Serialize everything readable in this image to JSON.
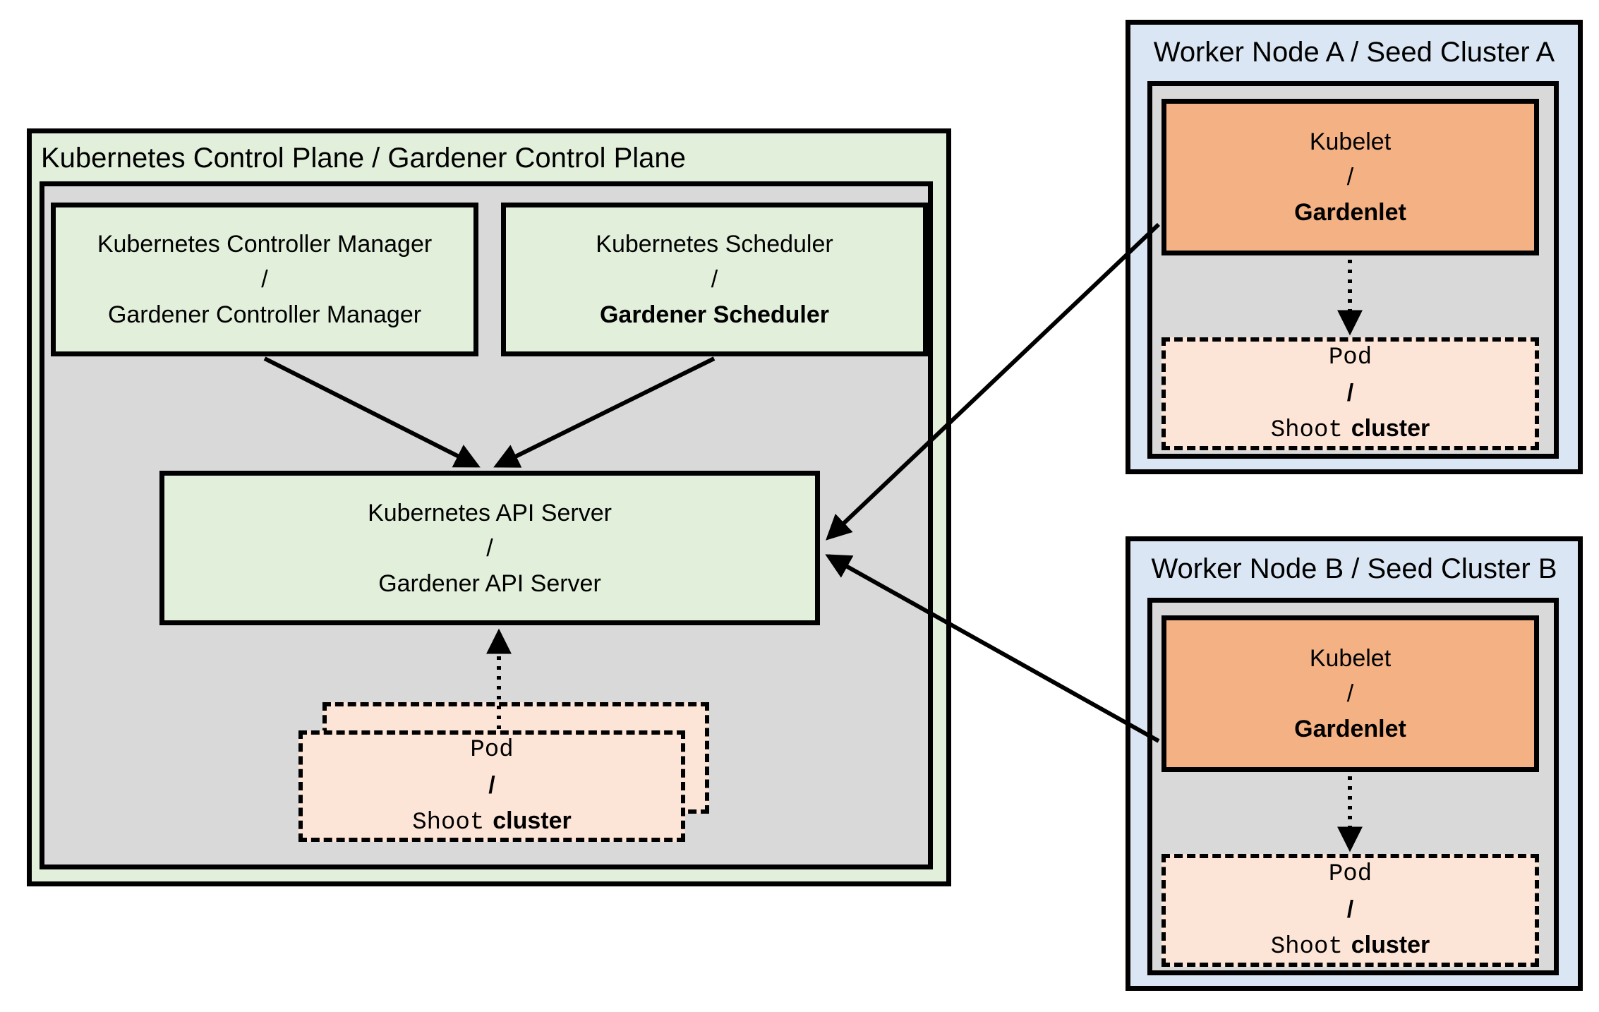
{
  "colors": {
    "background": "#ffffff",
    "control_plane_fill": "#e2efda",
    "node_area_fill": "#d9d9d9",
    "worker_node_fill": "#dae6f3",
    "kubelet_fill": "#f4b183",
    "pod_fill": "#fce4d6",
    "borders_and_arrows": "#000000"
  },
  "control_plane": {
    "title": "Kubernetes Control Plane / Gardener Control Plane",
    "controller_manager": {
      "line1": "Kubernetes Controller Manager",
      "sep": "/",
      "line2": "Gardener Controller Manager"
    },
    "scheduler": {
      "line1": "Kubernetes Scheduler",
      "sep": "/",
      "line2": "Gardener Scheduler"
    },
    "api_server": {
      "line1": "Kubernetes API Server",
      "sep": "/",
      "line2": "Gardener API Server"
    },
    "pod_stack": {
      "line1": "Pod",
      "sep": "/",
      "line2_code": "Shoot",
      "line2_text": "cluster"
    }
  },
  "workers": [
    {
      "title": "Worker Node A / Seed Cluster A",
      "kubelet": {
        "line1": "Kubelet",
        "sep": "/",
        "line2": "Gardenlet"
      },
      "pod": {
        "line1": "Pod",
        "sep": "/",
        "line2_code": "Shoot",
        "line2_text": "cluster"
      }
    },
    {
      "title": "Worker Node B / Seed Cluster B",
      "kubelet": {
        "line1": "Kubelet",
        "sep": "/",
        "line2": "Gardenlet"
      },
      "pod": {
        "line1": "Pod",
        "sep": "/",
        "line2_code": "Shoot",
        "line2_text": "cluster"
      }
    }
  ],
  "connections": [
    {
      "from": "Kubernetes Controller Manager / Gardener Controller Manager",
      "to": "Kubernetes API Server / Gardener API Server",
      "style": "solid-arrow"
    },
    {
      "from": "Kubernetes Scheduler / Gardener Scheduler",
      "to": "Kubernetes API Server / Gardener API Server",
      "style": "solid-arrow"
    },
    {
      "from": "Pod / Shoot cluster (control plane)",
      "to": "Kubernetes API Server / Gardener API Server",
      "style": "dotted-arrow"
    },
    {
      "from": "Kubelet / Gardenlet (Worker Node A)",
      "to": "Kubernetes API Server / Gardener API Server",
      "style": "solid-arrow"
    },
    {
      "from": "Kubelet / Gardenlet (Worker Node B)",
      "to": "Kubernetes API Server / Gardener API Server",
      "style": "solid-arrow"
    },
    {
      "from": "Kubelet / Gardenlet (Worker Node A)",
      "to": "Pod / Shoot cluster (Worker Node A)",
      "style": "dotted-arrow"
    },
    {
      "from": "Kubelet / Gardenlet (Worker Node B)",
      "to": "Pod / Shoot cluster (Worker Node B)",
      "style": "dotted-arrow"
    }
  ]
}
